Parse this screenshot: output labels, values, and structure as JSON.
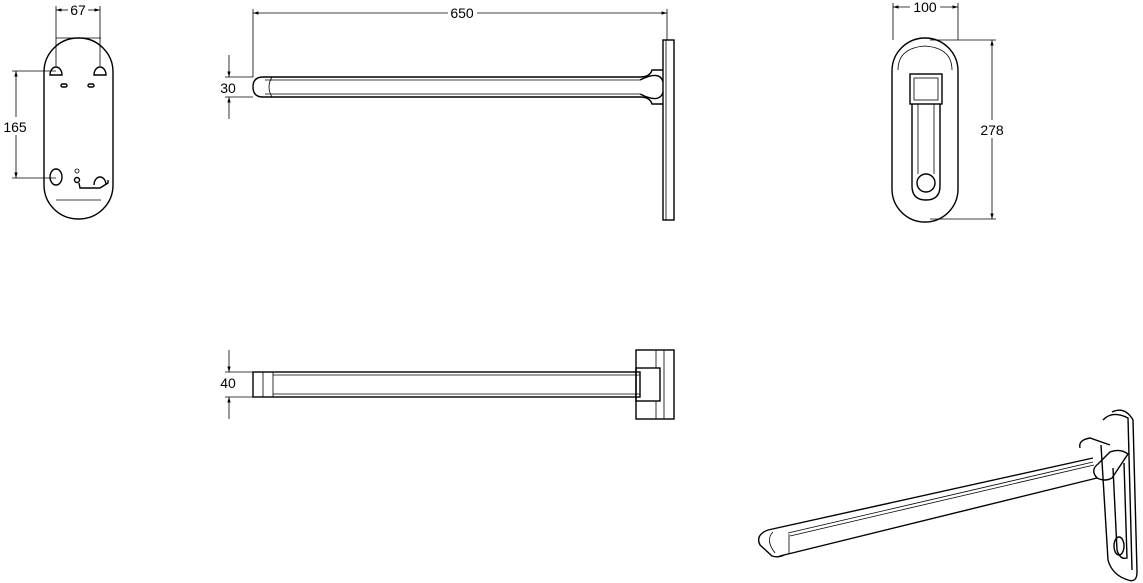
{
  "drawing": {
    "views": [
      {
        "name": "back-view",
        "dimensions": {
          "width": "67",
          "height": "165"
        }
      },
      {
        "name": "side-view",
        "dimensions": {
          "length": "650",
          "bar_height": "30"
        }
      },
      {
        "name": "front-view",
        "dimensions": {
          "width": "100",
          "height": "278"
        }
      },
      {
        "name": "top-view",
        "dimensions": {
          "bar_width": "40"
        }
      },
      {
        "name": "isometric-view"
      }
    ],
    "line_color": "#000000",
    "background": "#ffffff"
  }
}
